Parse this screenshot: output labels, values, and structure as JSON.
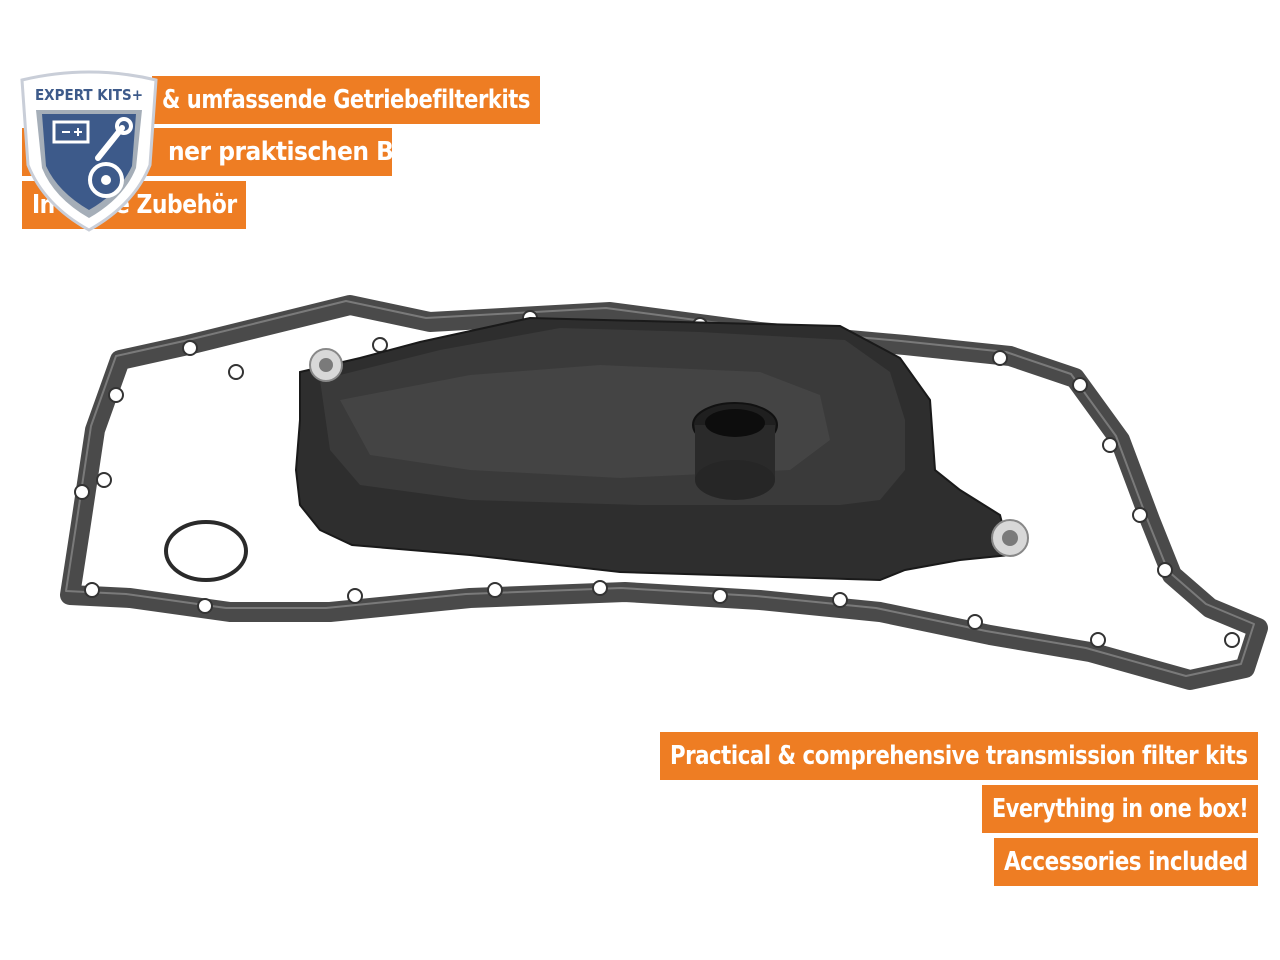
{
  "banners_de": {
    "line1": "& umfassende Getriebefilterkits",
    "line2": "ner praktischen Box!",
    "line3_prefix": "In",
    "line3_suffix": "e Zubehör"
  },
  "banners_en": {
    "line1": "Practical & comprehensive transmission filter kits",
    "line2": "Everything in one box!",
    "line3": "Accessories included"
  },
  "badge": {
    "text": "EXPERT KITS+",
    "icon": "expert-kits-shield-icon"
  },
  "colors": {
    "accent": "#ee7d23",
    "gasket": "#4a4a4a",
    "filter_body": "#2e2e2e",
    "shield": "#3d5a8a"
  }
}
